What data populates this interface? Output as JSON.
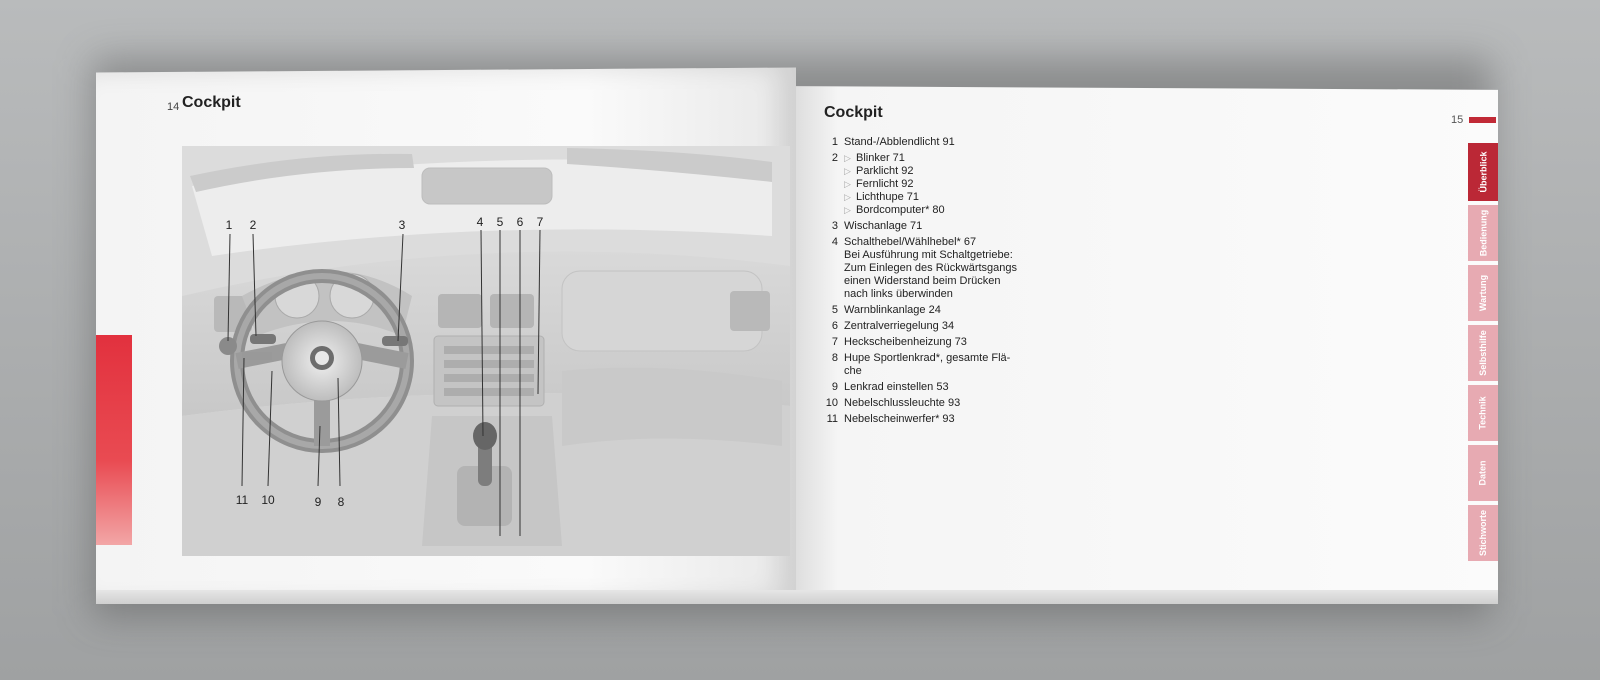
{
  "left_page": {
    "page_number": "14",
    "title": "Cockpit",
    "callouts_top": [
      "1",
      "2",
      "3",
      "4",
      "5",
      "6",
      "7"
    ],
    "callouts_bottom": [
      "11",
      "10",
      "9",
      "8"
    ]
  },
  "right_page": {
    "page_number": "15",
    "title": "Cockpit",
    "legend": [
      {
        "num": "1",
        "lines": [
          "Stand-/Abblendlicht  91"
        ]
      },
      {
        "num": "2",
        "lines": [],
        "sub": [
          "Blinker  71",
          "Parklicht  92",
          "Fernlicht  92",
          "Lichthupe  71",
          "Bordcomputer*  80"
        ]
      },
      {
        "num": "3",
        "lines": [
          "Wischanlage  71"
        ]
      },
      {
        "num": "4",
        "lines": [
          "Schalthebel/Wählhebel*  67",
          "Bei Ausführung mit Schaltgetriebe:",
          "Zum Einlegen des Rückwärtsgangs",
          "einen Widerstand beim Drücken",
          "nach links überwinden"
        ]
      },
      {
        "num": "5",
        "lines": [
          "Warnblinkanlage  24"
        ]
      },
      {
        "num": "6",
        "lines": [
          "Zentralverriegelung  34"
        ]
      },
      {
        "num": "7",
        "lines": [
          "Heckscheibenheizung  73"
        ]
      },
      {
        "num": "8",
        "lines": [
          "Hupe Sportlenkrad*, gesamte Flä-",
          "che"
        ]
      },
      {
        "num": "9",
        "lines": [
          "Lenkrad einstellen  53"
        ]
      },
      {
        "num": "10",
        "lines": [
          "Nebelschlussleuchte  93"
        ]
      },
      {
        "num": "11",
        "lines": [
          "Nebelscheinwerfer*  93"
        ]
      }
    ],
    "tabs": [
      "Überblick",
      "Bedienung",
      "Wartung",
      "Selbsthilfe",
      "Technik",
      "Daten",
      "Stichworte"
    ]
  }
}
